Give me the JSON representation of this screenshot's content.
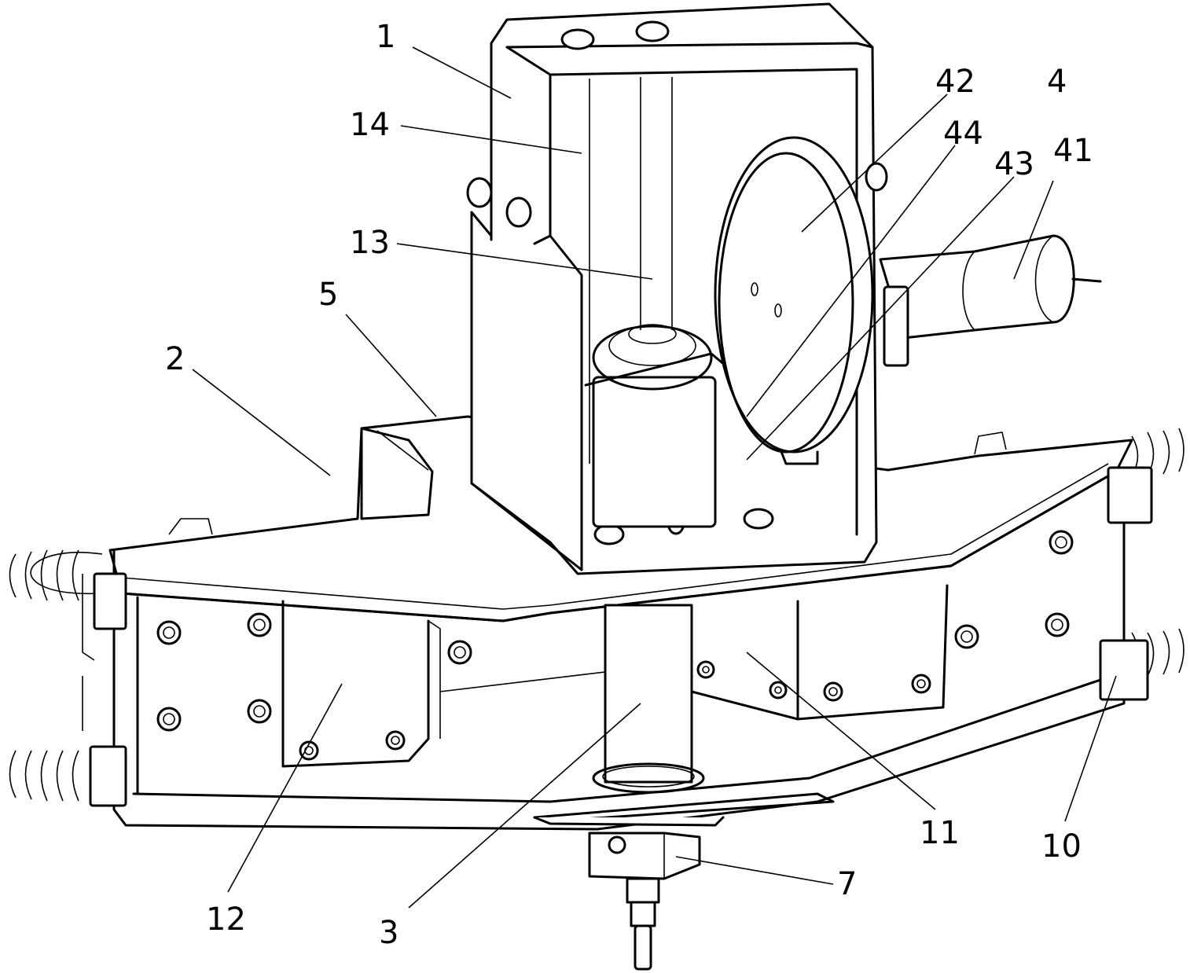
{
  "figure": {
    "labels": [
      {
        "id": "1",
        "text": "1"
      },
      {
        "id": "14",
        "text": "14"
      },
      {
        "id": "13",
        "text": "13"
      },
      {
        "id": "5",
        "text": "5"
      },
      {
        "id": "2",
        "text": "2"
      },
      {
        "id": "42",
        "text": "42"
      },
      {
        "id": "4",
        "text": "4"
      },
      {
        "id": "44",
        "text": "44"
      },
      {
        "id": "43",
        "text": "43"
      },
      {
        "id": "41",
        "text": "41"
      },
      {
        "id": "12",
        "text": "12"
      },
      {
        "id": "3",
        "text": "3"
      },
      {
        "id": "7",
        "text": "7"
      },
      {
        "id": "11",
        "text": "11"
      },
      {
        "id": "10",
        "text": "10"
      }
    ]
  },
  "colors": {
    "stroke": "#000000",
    "background": "#ffffff"
  }
}
